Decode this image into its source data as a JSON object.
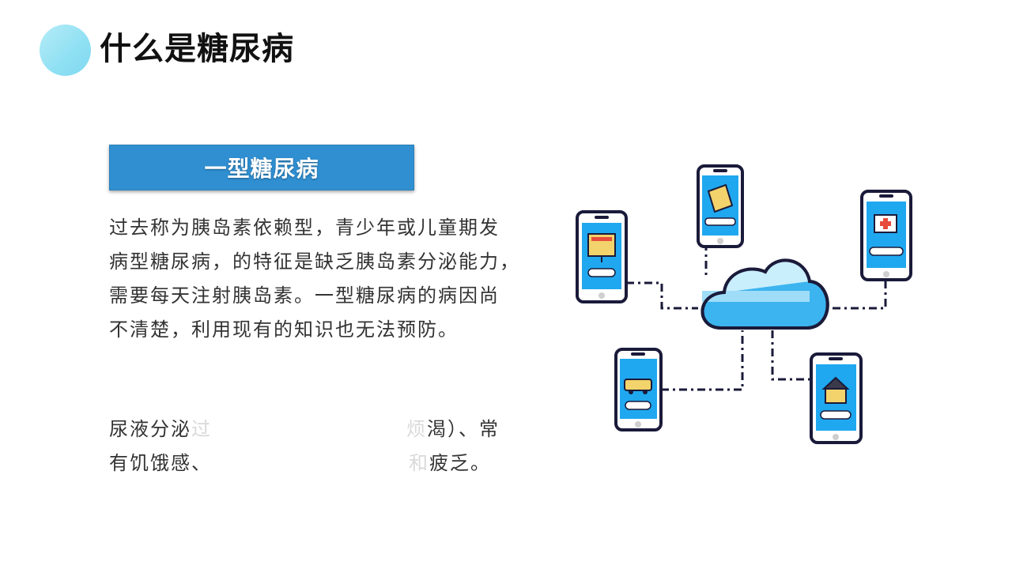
{
  "title": "什么是糖尿病",
  "section": {
    "banner": "一型糖尿病",
    "paragraph_lines": [
      "过去称为胰岛素依赖型，青少年或儿童期发",
      "病型糖尿病，的特征是缺乏胰岛素分泌能力，",
      "需要每天注射胰岛素。一型糖尿病的病因尚",
      "不清楚，利用现有的知识也无法预防。"
    ],
    "symptoms": {
      "line1_start": "尿液分泌",
      "line1_fade_start": "过",
      "line1_fade_end": "烦",
      "line1_end": "渴）、常",
      "line2_start": "有饥饿感、",
      "line2_fade_end": "和",
      "line2_end": "疲乏。"
    }
  },
  "diagram": {
    "phones": [
      "working",
      "education",
      "healthcare",
      "traffic",
      "residence"
    ],
    "colors": {
      "screen": "#1fa8ef",
      "outline": "#1a1a3a",
      "cloud": "#3cb4f0"
    }
  }
}
